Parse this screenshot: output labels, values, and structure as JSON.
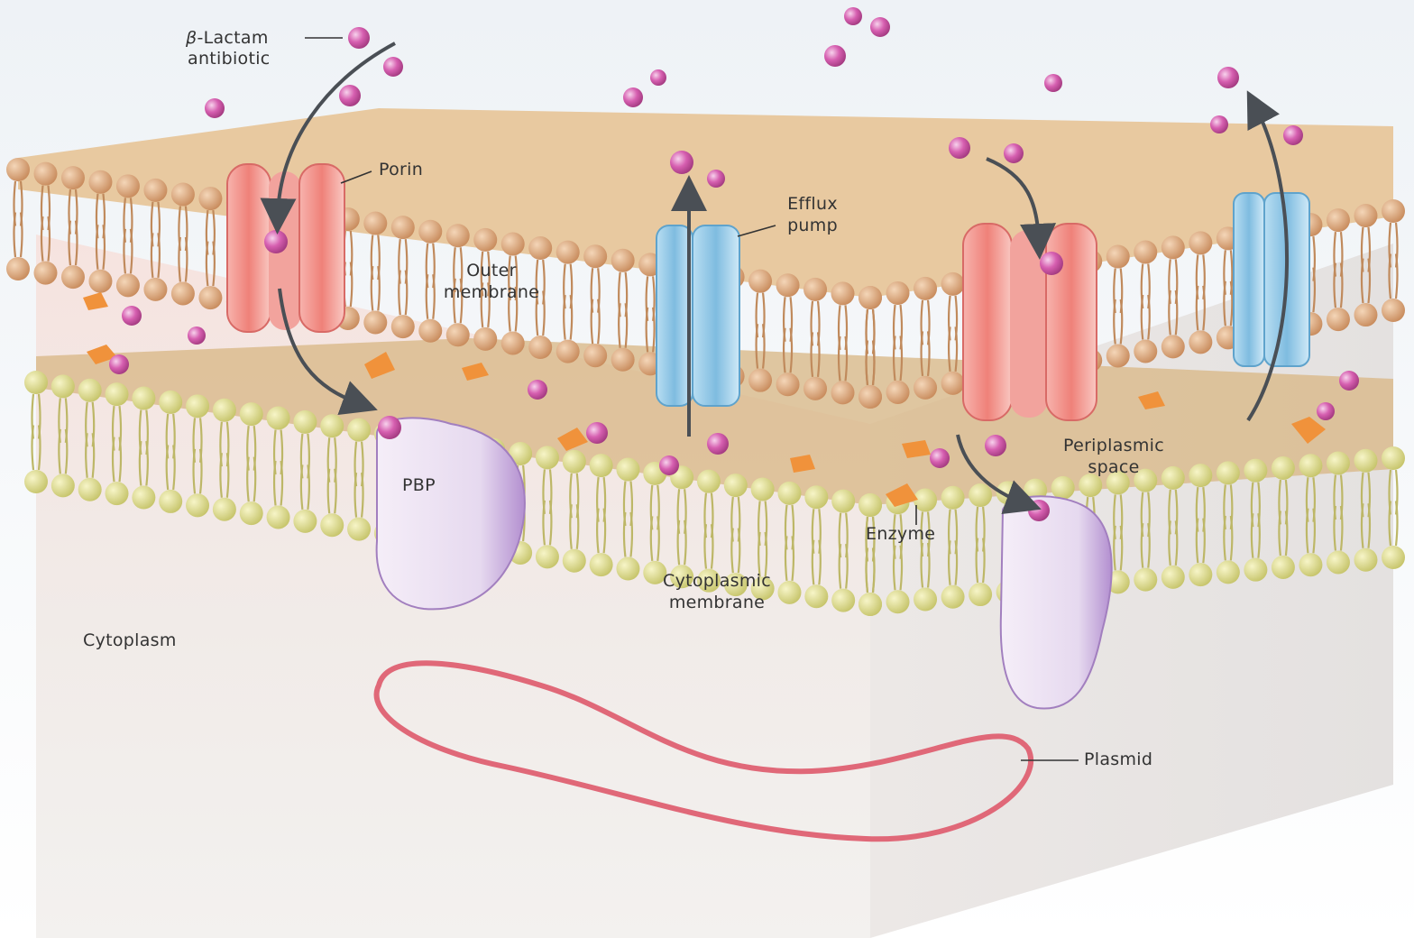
{
  "labels": {
    "beta_symbol": "β",
    "beta_lactam_line1": "-Lactam",
    "beta_lactam_line2": "antibiotic",
    "porin": "Porin",
    "efflux_line1": "Efflux",
    "efflux_line2": "pump",
    "outer_membrane_line1": "Outer",
    "outer_membrane_line2": "membrane",
    "periplasmic_line1": "Periplasmic",
    "periplasmic_line2": "space",
    "pbp": "PBP",
    "enzyme": "Enzyme",
    "cytoplasmic_line1": "Cytoplasmic",
    "cytoplasmic_line2": "membrane",
    "cytoplasm": "Cytoplasm",
    "plasmid": "Plasmid"
  },
  "colors": {
    "antibiotic_molecule": "#d65fb0",
    "outer_lipid_head": "#d9a375",
    "inner_lipid_head": "#d6d483",
    "porin": "#ef8c86",
    "efflux_pump": "#8fc5e3",
    "pbp": "#c8a7da",
    "enzyme": "#f0923b",
    "plasmid": "#e06878",
    "arrow": "#4a4f55"
  }
}
